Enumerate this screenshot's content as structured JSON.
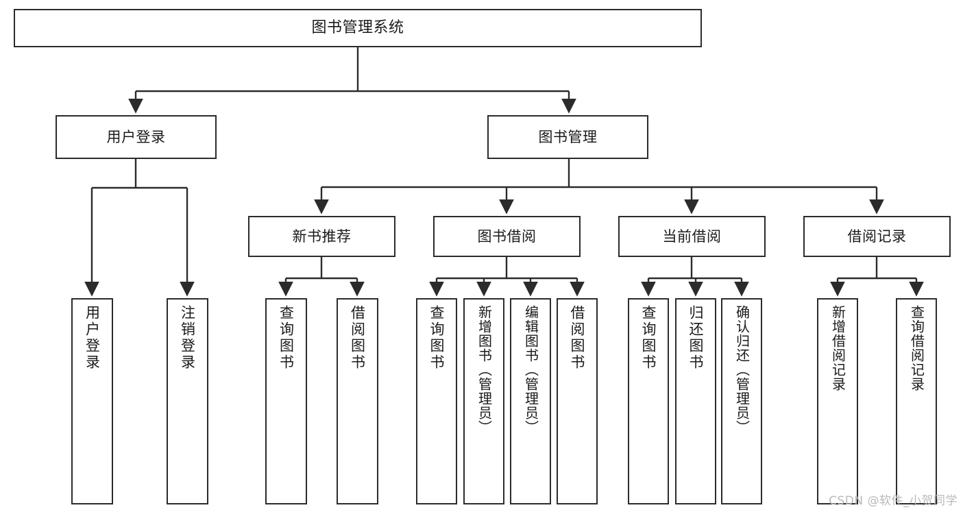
{
  "diagram": {
    "title": "图书管理系统",
    "type": "tree-hierarchy",
    "watermark": "CSDN @软件_小贺同学",
    "colors": {
      "box_border": "#2b2b2b",
      "box_fill": "#ffffff",
      "connector": "#2b2b2b",
      "text": "#1a1a1a",
      "watermark": "#b9b9b9",
      "background": "#ffffff"
    }
  },
  "nodes": {
    "root": {
      "label": "图书管理系统"
    },
    "level2": [
      {
        "id": "user-login",
        "label": "用户登录"
      },
      {
        "id": "book-manage",
        "label": "图书管理"
      }
    ],
    "level3": [
      {
        "id": "new-book-recommend",
        "label": "新书推荐"
      },
      {
        "id": "book-borrow",
        "label": "图书借阅"
      },
      {
        "id": "current-borrow",
        "label": "当前借阅"
      },
      {
        "id": "borrow-record",
        "label": "借阅记录"
      }
    ],
    "leaves": {
      "user_login": [
        {
          "id": "leaf-user-login",
          "label": "用户登录"
        },
        {
          "id": "leaf-logout-login",
          "label": "注销登录"
        }
      ],
      "new_book_recommend": [
        {
          "id": "leaf-query-book-1",
          "label": "查询图书"
        },
        {
          "id": "leaf-borrow-book-1",
          "label": "借阅图书"
        }
      ],
      "book_borrow": [
        {
          "id": "leaf-query-book-2",
          "label": "查询图书"
        },
        {
          "id": "leaf-add-book",
          "label": "新增图书（管理员）"
        },
        {
          "id": "leaf-edit-book",
          "label": "编辑图书（管理员）"
        },
        {
          "id": "leaf-borrow-book-2",
          "label": "借阅图书"
        }
      ],
      "current_borrow": [
        {
          "id": "leaf-query-book-3",
          "label": "查询图书"
        },
        {
          "id": "leaf-return-book",
          "label": "归还图书"
        },
        {
          "id": "leaf-confirm-return",
          "label": "确认归还（管理员）"
        }
      ],
      "borrow_record": [
        {
          "id": "leaf-add-record",
          "label": "新增借阅记录"
        },
        {
          "id": "leaf-query-record",
          "label": "查询借阅记录"
        }
      ]
    }
  }
}
